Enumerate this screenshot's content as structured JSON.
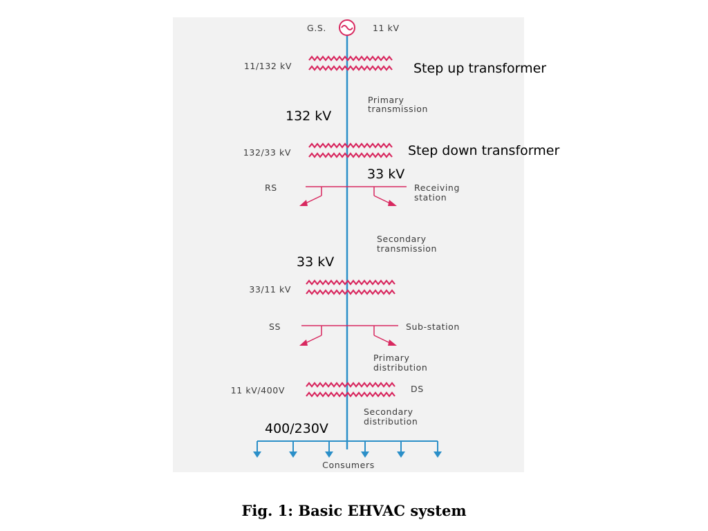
{
  "diagram": {
    "generating_station": {
      "label": "G.S.",
      "voltage": "11 kV"
    },
    "step_up": {
      "ratio": "11/132 kV",
      "annotation": "Step up transformer"
    },
    "primary_transmission": {
      "line1": "Primary",
      "line2": "transmission",
      "overlay_voltage": "132 kV"
    },
    "step_down": {
      "ratio": "132/33 kV",
      "annotation": "Step down transformer",
      "overlay_voltage": "33 kV"
    },
    "receiving_station": {
      "code": "RS",
      "line1": "Receiving",
      "line2": "station"
    },
    "secondary_transmission": {
      "line1": "Secondary",
      "line2": "transmission",
      "overlay_voltage": "33 kV"
    },
    "distribution_transformer": {
      "ratio": "33/11 kV"
    },
    "sub_station": {
      "code": "SS",
      "label": "Sub-station"
    },
    "primary_distribution": {
      "line1": "Primary",
      "line2": "distribution"
    },
    "ds_transformer": {
      "ratio": "11 kV/400V",
      "code": "DS"
    },
    "secondary_distribution": {
      "line1": "Secondary",
      "line2": "distribution",
      "overlay_voltage": "400/230V"
    },
    "consumers": {
      "label": "Consumers"
    }
  },
  "caption": "Fig. 1: Basic EHVAC system",
  "colors": {
    "line": "#2b8fc8",
    "transformer_coil": "#d8285f",
    "station_branch": "#d8285f",
    "panel_background": "#f2f2f2",
    "label_text": "#3a3a3a"
  }
}
